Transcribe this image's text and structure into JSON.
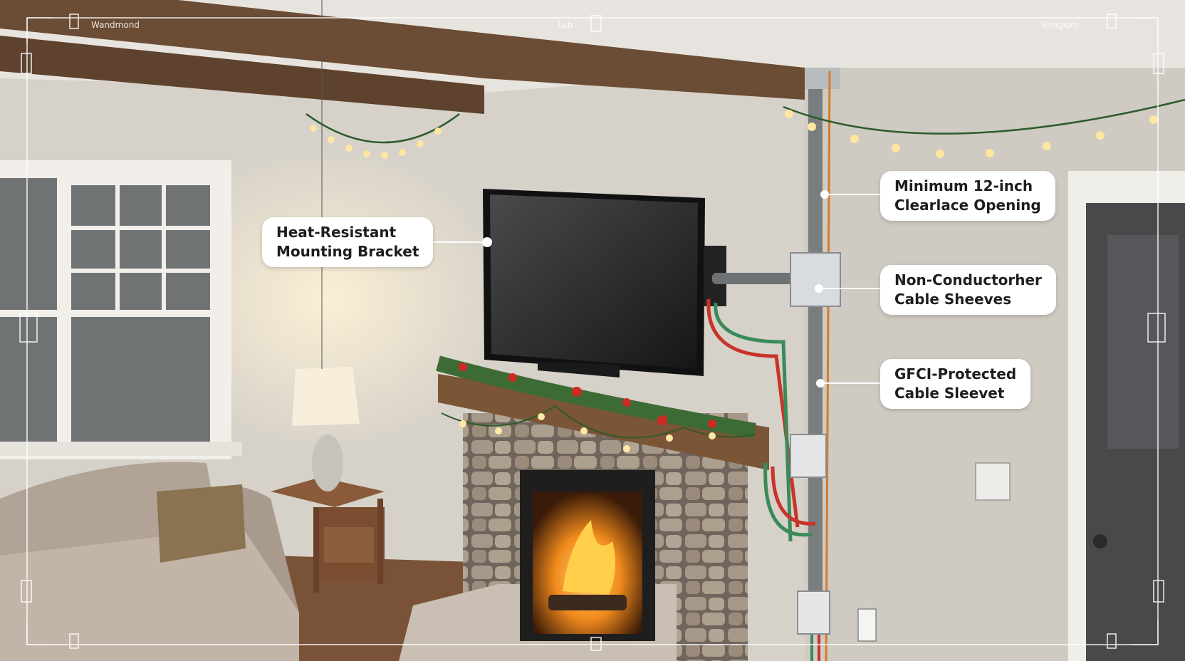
{
  "corner_labels": {
    "top_left": "Wandmond",
    "top_center": "1ьb",
    "top_right": "Vimgiom"
  },
  "callouts": {
    "bracket": {
      "line1": "Heat-Resistant",
      "line2": "Mounting Bracket"
    },
    "clearance": {
      "line1": "Minimum 12-inch",
      "line2": "Clearlace Opening"
    },
    "sleeves": {
      "line1": "Non-Conductorher",
      "line2": "Cable Sheeves"
    },
    "gfci": {
      "line1": "GFCI-Protected",
      "line2": "Cable Sleevet"
    }
  },
  "colors": {
    "wall": "#d8d3cb",
    "beam": "#6b4c34",
    "stone": "#9e8f80",
    "fire": "#f39a1c",
    "cable_red": "#c8342a",
    "cable_green": "#3a8a5a",
    "conduit": "#7a7d80",
    "orange_wire": "#d77a2a"
  }
}
